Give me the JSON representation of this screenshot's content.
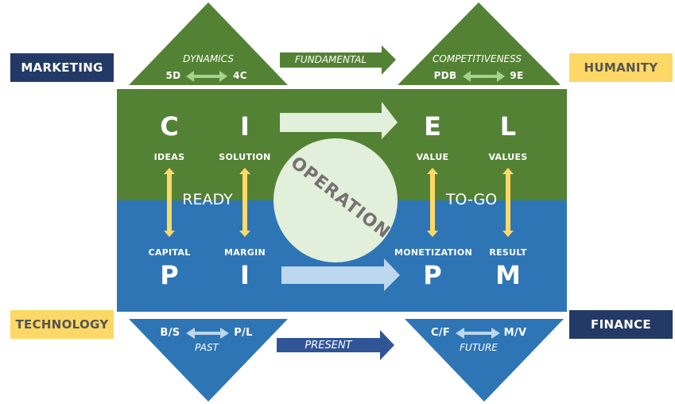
{
  "colors": {
    "green": "#548235",
    "blue": "#2e75b6",
    "navy": "#233a66",
    "yellow": "#fdd866",
    "light_green": "#e2efda",
    "light_blue": "#bdd7ee",
    "arrow_yellow": "#ffd966",
    "present_blue": "#2f5597",
    "operation_text": "#767171"
  },
  "corners": {
    "marketing": "MARKETING",
    "humanity": "HUMANITY",
    "technology": "TECHNOLOGY",
    "finance": "FINANCE"
  },
  "top": {
    "left_triangle": {
      "title": "DYNAMICS",
      "left": "5D",
      "right": "4C"
    },
    "arrow_label": "FUNDAMENTAL",
    "right_triangle": {
      "title": "COMPETITIVENESS",
      "left": "PDB",
      "right": "9E"
    }
  },
  "bottom": {
    "left_triangle": {
      "title": "PAST",
      "left": "B/S",
      "right": "P/L"
    },
    "arrow_label": "PRESENT",
    "right_triangle": {
      "title": "FUTURE",
      "left": "C/F",
      "right": "M/V"
    }
  },
  "upper_row": [
    {
      "letter": "C",
      "label": "IDEAS"
    },
    {
      "letter": "I",
      "label": "SOLUTION"
    },
    {
      "letter": "E",
      "label": "VALUE"
    },
    {
      "letter": "L",
      "label": "VALUES"
    }
  ],
  "lower_row": [
    {
      "letter": "P",
      "label": "CAPITAL"
    },
    {
      "letter": "I",
      "label": "MARGIN"
    },
    {
      "letter": "P",
      "label": "MONETIZATION"
    },
    {
      "letter": "M",
      "label": "RESULT"
    }
  ],
  "ready_label": "READY",
  "togo_label": "TO-GO",
  "operation_label": "OPERATION"
}
